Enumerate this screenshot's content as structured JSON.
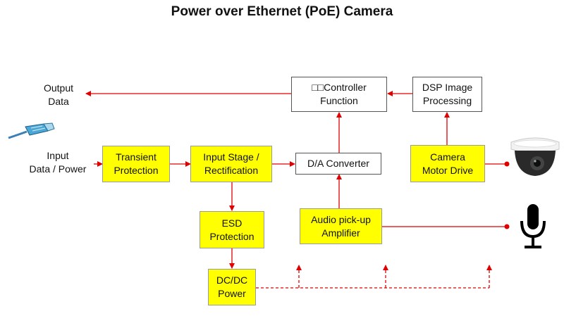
{
  "title": "Power over Ethernet (PoE) Camera",
  "labels": {
    "output": "Output\nData",
    "input": "Input\nData / Power"
  },
  "blocks": {
    "transient": "Transient\nProtection",
    "input_stage": "Input Stage /\nRectification",
    "esd": "ESD\nProtection",
    "dcdc": "DC/DC\nPower",
    "da_converter": "D/A Converter",
    "controller": "□□Controller\nFunction",
    "dsp": "DSP Image\nProcessing",
    "camera_motor": "Camera\nMotor Drive",
    "audio": "Audio pick-up\nAmplifier"
  },
  "colors": {
    "block_fill": "#ffff00",
    "wire": "#e00000",
    "text": "#111111"
  },
  "icons": [
    "ethernet-cable-icon",
    "dome-camera-icon",
    "microphone-icon"
  ]
}
